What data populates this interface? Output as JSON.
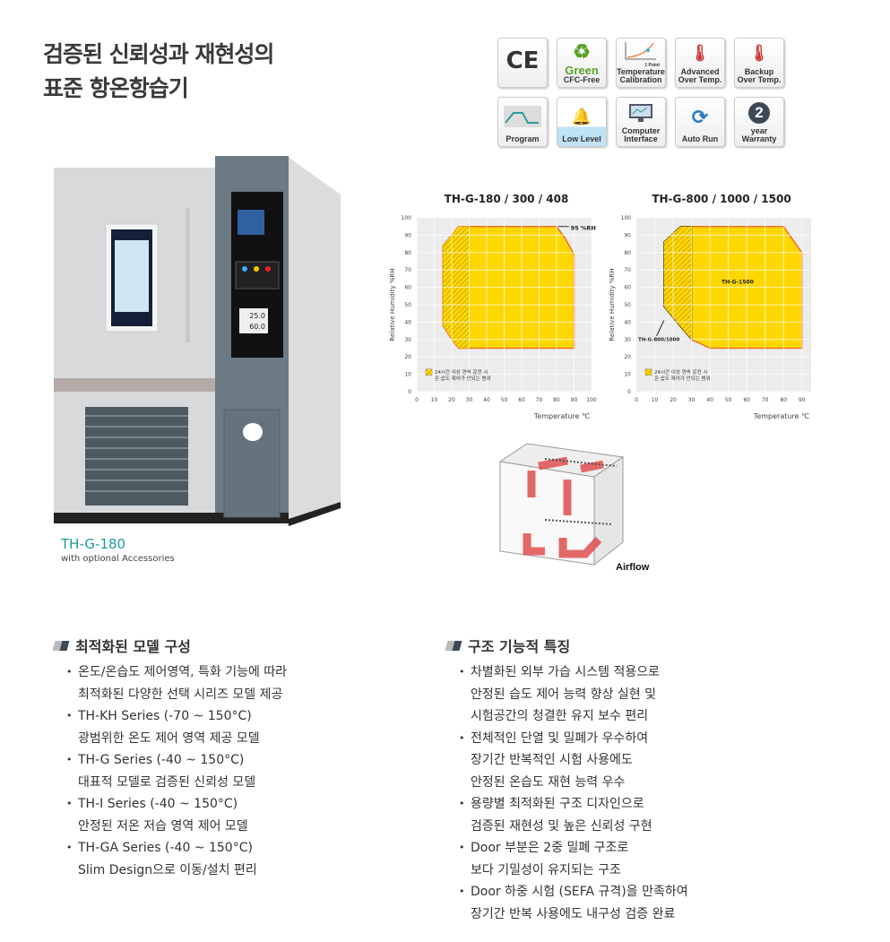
{
  "title": {
    "line1": "검증된 신뢰성과 재현성의",
    "line2": "표준 항온항습기"
  },
  "feature_icons": [
    {
      "name": "ce-mark-icon",
      "label1": "",
      "label2": "",
      "glyph": "CE"
    },
    {
      "name": "green-cfc-free-icon",
      "label1": "Green",
      "label2": "CFC-Free"
    },
    {
      "name": "temperature-calibration-icon",
      "label1": "Temperature",
      "label2": "Calibration",
      "sub": "1 Point"
    },
    {
      "name": "advanced-over-temp-icon",
      "label1": "Advanced",
      "label2": "Over Temp."
    },
    {
      "name": "backup-over-temp-icon",
      "label1": "Backup",
      "label2": "Over Temp."
    },
    {
      "name": "program-icon",
      "label1": "",
      "label2": "Program"
    },
    {
      "name": "low-level-icon",
      "label1": "",
      "label2": "Low Level"
    },
    {
      "name": "computer-interface-icon",
      "label1": "Computer",
      "label2": "Interface"
    },
    {
      "name": "auto-run-icon",
      "label1": "",
      "label2": "Auto Run"
    },
    {
      "name": "warranty-icon",
      "label1": "year",
      "label2": "Warranty",
      "glyph": "2"
    }
  ],
  "product": {
    "model": "TH-G-180",
    "subtitle": "with optional Accessories",
    "display_values": [
      "25.0",
      "60.0"
    ]
  },
  "chart_data": [
    {
      "type": "area",
      "title": "TH-G-180 / 300 / 408",
      "xlabel": "Temperature ℃",
      "ylabel": "Relative Humidity %RH",
      "xlim": [
        0,
        100
      ],
      "ylim": [
        0,
        100
      ],
      "xticks": [
        "0",
        "10",
        "20",
        "30",
        "40",
        "50",
        "60",
        "70",
        "80",
        "90",
        "100"
      ],
      "yticks": [
        "0",
        "10",
        "20",
        "30",
        "40",
        "50",
        "60",
        "70",
        "80",
        "90",
        "100"
      ],
      "annotation": "95 %RH",
      "legend": [
        "24시간 이상 연속 운전 시",
        "온·습도 제어가 안되는 범위"
      ],
      "series": [
        {
          "name": "TH-G-180/300/408",
          "points": [
            [
              15,
              38
            ],
            [
              15,
              84
            ],
            [
              20,
              90
            ],
            [
              24,
              95
            ],
            [
              80,
              95
            ],
            [
              85,
              88
            ],
            [
              90,
              79
            ],
            [
              90,
              25
            ],
            [
              24,
              25
            ],
            [
              20,
              30
            ]
          ]
        }
      ],
      "hatched_below_temp": 30
    },
    {
      "type": "area",
      "title": "TH-G-800 / 1000 / 1500",
      "xlabel": "Temperature ℃",
      "ylabel": "Relative Humidity %RH",
      "xlim": [
        0,
        95
      ],
      "ylim": [
        0,
        100
      ],
      "xticks": [
        "0",
        "10",
        "20",
        "30",
        "40",
        "50",
        "60",
        "70",
        "80",
        "90"
      ],
      "yticks": [
        "0",
        "10",
        "20",
        "30",
        "40",
        "50",
        "60",
        "70",
        "80",
        "90",
        "100"
      ],
      "labels": [
        "TH-G-1500",
        "TH-G-800/1000"
      ],
      "legend": [
        "24시간 이상 연속 운전 시",
        "온·습도 제어가 안되는 범위"
      ],
      "series": [
        {
          "name": "TH-G-1500",
          "points": [
            [
              20,
              45
            ],
            [
              20,
              87
            ],
            [
              25,
              95
            ],
            [
              80,
              95
            ],
            [
              90,
              80
            ],
            [
              90,
              25
            ],
            [
              40,
              25
            ],
            [
              30,
              30
            ],
            [
              22,
              40
            ]
          ]
        },
        {
          "name": "TH-G-800/1000",
          "points": [
            [
              15,
              49
            ],
            [
              15,
              86
            ],
            [
              24,
              95
            ],
            [
              30,
              95
            ],
            [
              30,
              30
            ],
            [
              22,
              40
            ]
          ]
        }
      ],
      "hatched_below_temp": 30
    }
  ],
  "airflow": {
    "label": "Airflow"
  },
  "section_left": {
    "heading": "최적화된 모델 구성",
    "items": [
      {
        "l1": "온도/온습도 제어영역, 특화 기능에 따라",
        "l2": "최적화된 다양한 선택 시리즈 모델 제공"
      },
      {
        "l1": "TH-KH Series (-70 ~ 150°C)",
        "l2": "광범위한 온도 제어 영역 제공 모델"
      },
      {
        "l1": "TH-G Series (-40 ~ 150°C)",
        "l2": "대표적 모델로 검증된 신뢰성 모델"
      },
      {
        "l1": "TH-I Series (-40 ~ 150°C)",
        "l2": "안정된 저온 저습 영역 제어 모델"
      },
      {
        "l1": "TH-GA Series (-40 ~ 150°C)",
        "l2": "Slim Design으로 이동/설치 편리"
      }
    ]
  },
  "section_right": {
    "heading": "구조 기능적 특징",
    "items": [
      {
        "l1": "차별화된 외부 가습 시스템 적용으로",
        "l2": "안정된 습도 제어 능력 향상 실현 및",
        "l3": "시험공간의 청결한 유지 보수 편리"
      },
      {
        "l1": "전체적인 단열 및 밀폐가 우수하여",
        "l2": "장기간 반복적인 시험 사용에도",
        "l3": "안정된 온습도 재현 능력 우수"
      },
      {
        "l1": "용량별 최적화된 구조 디자인으로",
        "l2": "검증된 재현성 및 높은 신뢰성 구현"
      },
      {
        "l1": "Door 부분은 2중 밀폐 구조로",
        "l2": "보다 기밀성이 유지되는 구조"
      },
      {
        "l1": "Door 하중 시험 (SEFA 규격)을 만족하여",
        "l2": "장기간 반복 사용에도 내구성 검증 완료"
      }
    ]
  },
  "colors": {
    "fill": "#ffd700",
    "edge": "#f07020",
    "grid": "#ececec",
    "teal": "#1a9aa0"
  }
}
